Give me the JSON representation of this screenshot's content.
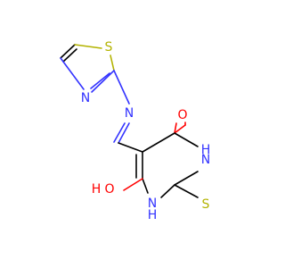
{
  "molecule": {
    "atoms": {
      "s_thiazole": "S",
      "n_thiazole": "N",
      "n_imine": "N",
      "o_top": "O",
      "n_h_upper": "N",
      "h_upper": "H",
      "s_thione": "S",
      "n_h_lower": "N",
      "h_lower": "H",
      "o_bottom": "O",
      "h_bottom": "H"
    },
    "colors": {
      "carbon_bond": "#000000",
      "sulfur": "#b3b300",
      "nitrogen": "#3333ff",
      "oxygen": "#ff0000"
    }
  }
}
